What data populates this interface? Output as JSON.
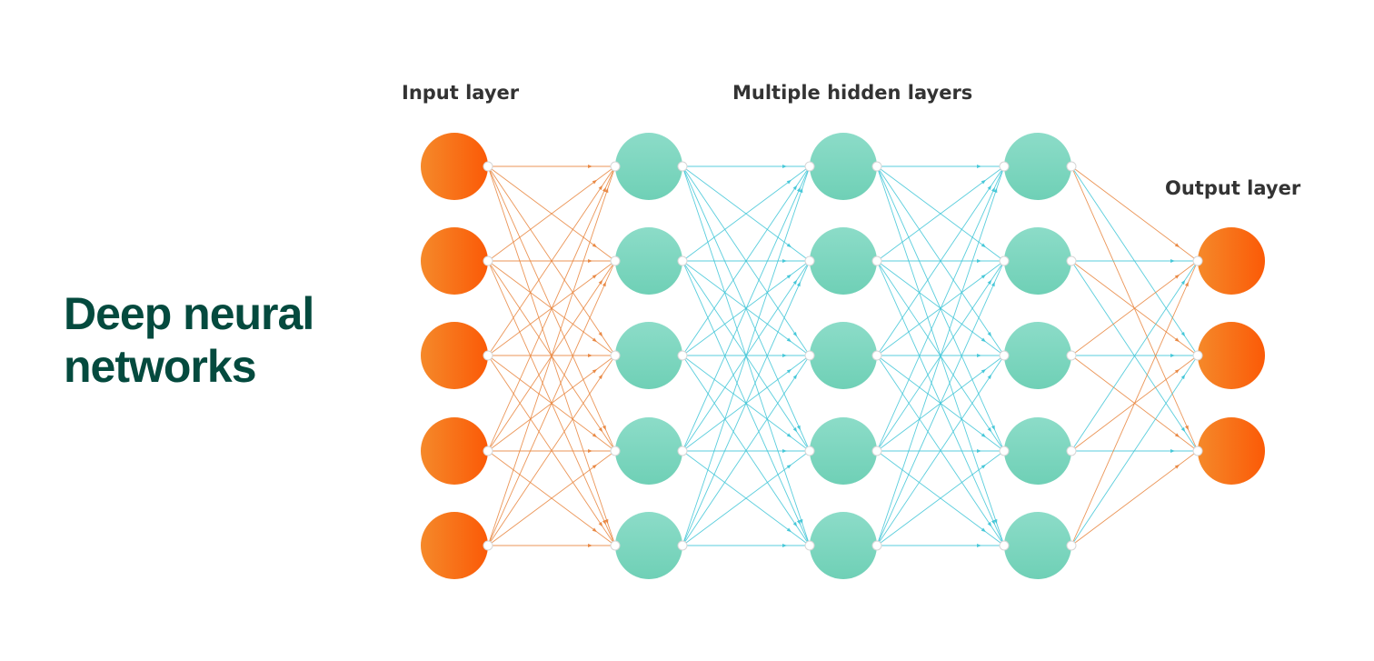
{
  "title": "Deep neural\nnetworks",
  "labels": {
    "input": "Input layer",
    "hidden": "Multiple hidden layers",
    "output": "Output layer"
  },
  "network": {
    "layer_sizes": [
      5,
      5,
      5,
      5,
      3
    ],
    "layer_types": [
      "input",
      "hidden",
      "hidden",
      "hidden",
      "output"
    ]
  },
  "colors": {
    "title": "#044a3e",
    "label": "#333333",
    "orange_light": "#f5892a",
    "orange_dark": "#fb5a07",
    "teal_light": "#8cdcc8",
    "teal_dark": "#6fd0b6",
    "edge_orange": "#e8823a",
    "edge_teal": "#3cc4d6",
    "connector_fill": "#ffffff",
    "connector_stroke": "#d6d6d6"
  }
}
